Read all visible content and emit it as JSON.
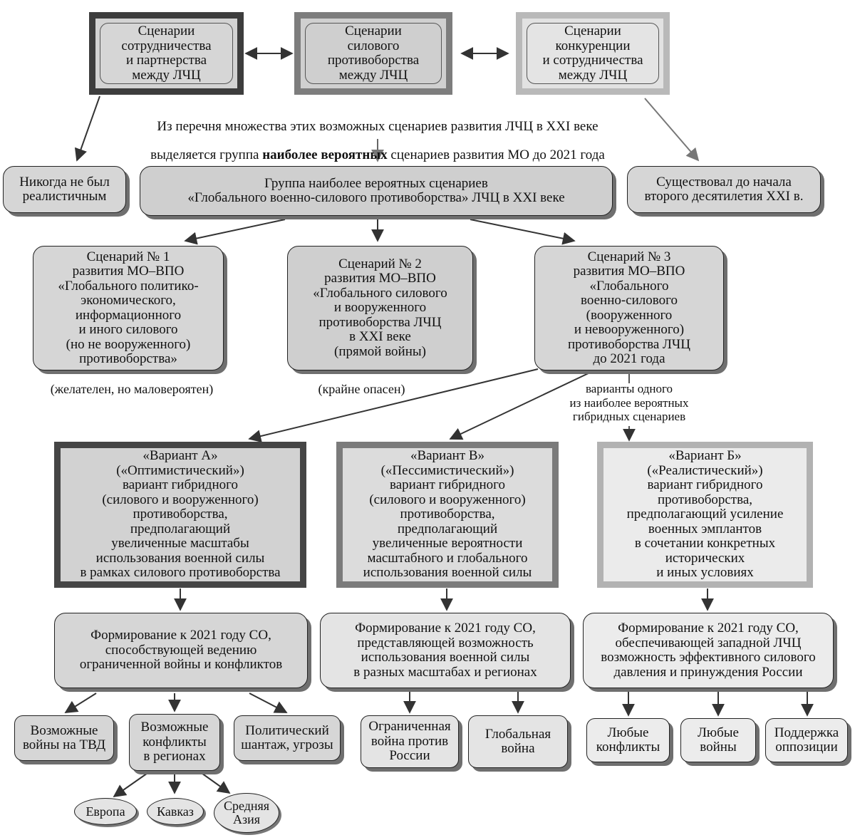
{
  "top_scenarios": {
    "cooperation": "Сценарии\nсотрудничества\nи партнерства\nмежду ЛЧЦ",
    "confrontation": "Сценарии\nсилового\nпротивоборства\nмежду ЛЧЦ",
    "competition": "Сценарии\nконкуренции\nи сотрудничества\nмежду ЛЧЦ"
  },
  "intro": {
    "line1": "Из перечня множества этих возможных сценариев развития ЛЧЦ в XXI веке",
    "line2_start": "выделяется группа ",
    "line2_bold": "наиболее вероятных",
    "line2_end": " сценариев развития МО до 2021 года"
  },
  "side_outcomes": {
    "never_realistic": "Никогда не был\nреалистичным",
    "existed_until": "Существовал до начала\nвторого десятилетия XXI в."
  },
  "group_box": "Группа наиболее вероятных сценариев\n«Глобального военно-силового противоборства» ЛЧЦ в XXI веке",
  "scenarios": [
    {
      "text": "Сценарий № 1\nразвития МО–ВПО\n«Глобального политико-\nэкономического,\nинформационного\nи иного силового\n(но не вооруженного)\nпротивоборства»",
      "note": "(желателен, но маловероятен)"
    },
    {
      "text": "Сценарий № 2\nразвития МО–ВПО\n«Глобального силового\nи вооруженного\nпротивоборства ЛЧЦ\nв XXI веке\n(прямой войны)",
      "note": "(крайне опасен)"
    },
    {
      "text": "Сценарий № 3\nразвития МО–ВПО\n«Глобального\nвоенно-силового\n(вооруженного\nи невооруженного)\nпротивоборства ЛЧЦ\nдо 2021 года",
      "note": "варианты одного\nиз наиболее вероятных\nгибридных сценариев"
    }
  ],
  "variants": [
    {
      "text": "«Вариант А»\n(«Оптимистический»)\nвариант гибридного\n(силового и вооруженного)\nпротивоборства,\nпредполагающий\nувеличенные масштабы\nиспользования военной силы\nв рамках силового противоборства"
    },
    {
      "text": "«Вариант В»\n(«Пессимистический»)\nвариант гибридного\n(силового и вооруженного)\nпротивоборства,\nпредполагающий\nувеличенные вероятности\nмасштабного и глобального\nиспользования военной силы"
    },
    {
      "text": "«Вариант Б»\n(«Реалистический»)\nвариант гибридного\nпротивоборства,\nпредполагающий усиление\nвоенных эмплантов\nв сочетании конкретных\nисторических\nи иных условиях"
    }
  ],
  "formations": [
    "Формирование к 2021 году СО,\nспособствующей ведению\nограниченной войны и конфликтов",
    "Формирование к 2021 году СО,\nпредставляющей возможность\nиспользования военной силы\nв разных масштабах и регионах",
    "Формирование к 2021 году СО,\nобеспечивающей западной ЛЧЦ\nвозможность эффективного силового\nдавления и принуждения России"
  ],
  "outcomes": {
    "a": [
      "Возможные\nвойны на ТВД",
      "Возможные\nконфликты\nв регионах",
      "Политический\nшантаж, угрозы"
    ],
    "b": [
      "Ограниченная\nвойна против\nРоссии",
      "Глобальная\nвойна"
    ],
    "c": [
      "Любые\nконфликты",
      "Любые\nвойны",
      "Поддержка\nоппозиции"
    ]
  },
  "regions": [
    "Европа",
    "Кавказ",
    "Средняя\nАзия"
  ]
}
